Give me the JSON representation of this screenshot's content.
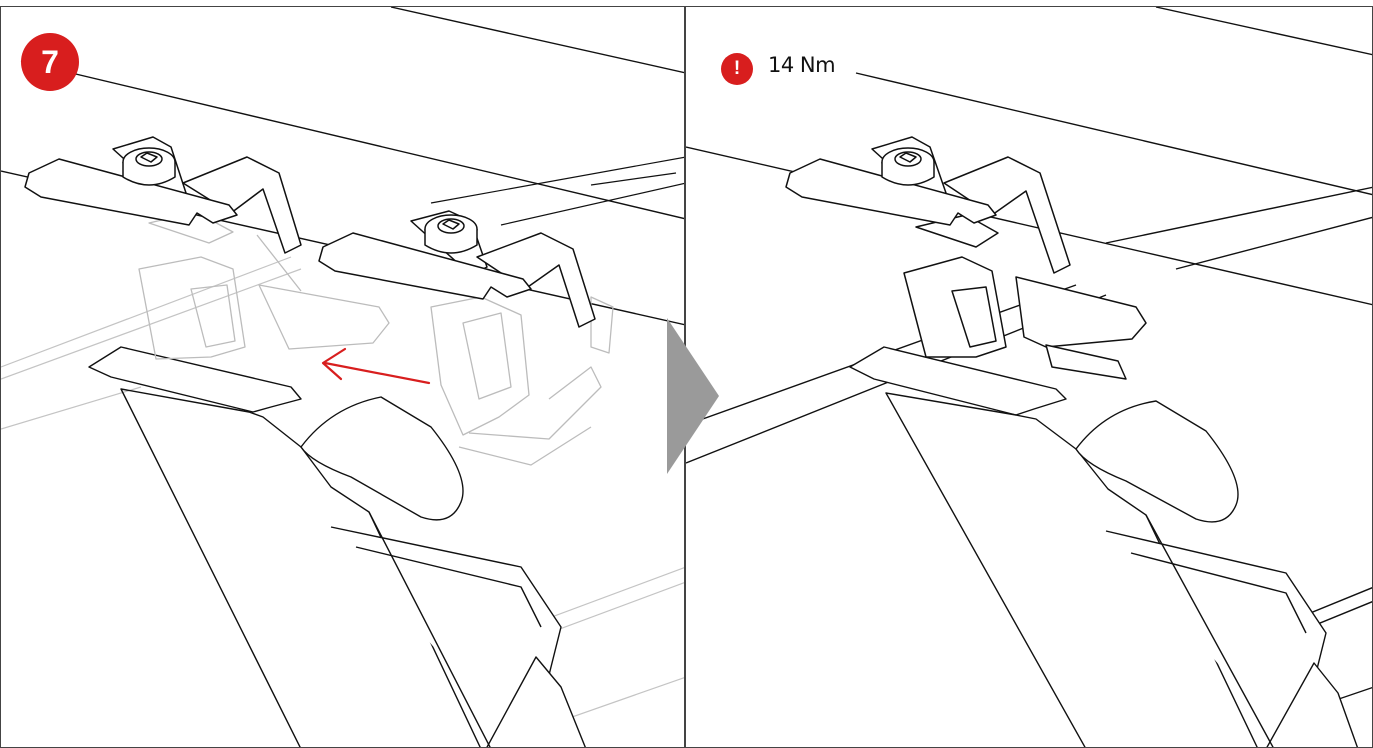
{
  "step": {
    "number": "7"
  },
  "result": {
    "warning_symbol": "!",
    "torque": "14 Nm"
  },
  "colors": {
    "accent_red": "#d81e1e",
    "line": "#111111",
    "ghost_line": "#bdbdbd",
    "arrow_grey": "#9a9a9a"
  },
  "icons": {
    "step_badge": "number-circle",
    "warning": "exclamation-circle",
    "transition": "triangle-right",
    "direction": "arrow-left"
  }
}
